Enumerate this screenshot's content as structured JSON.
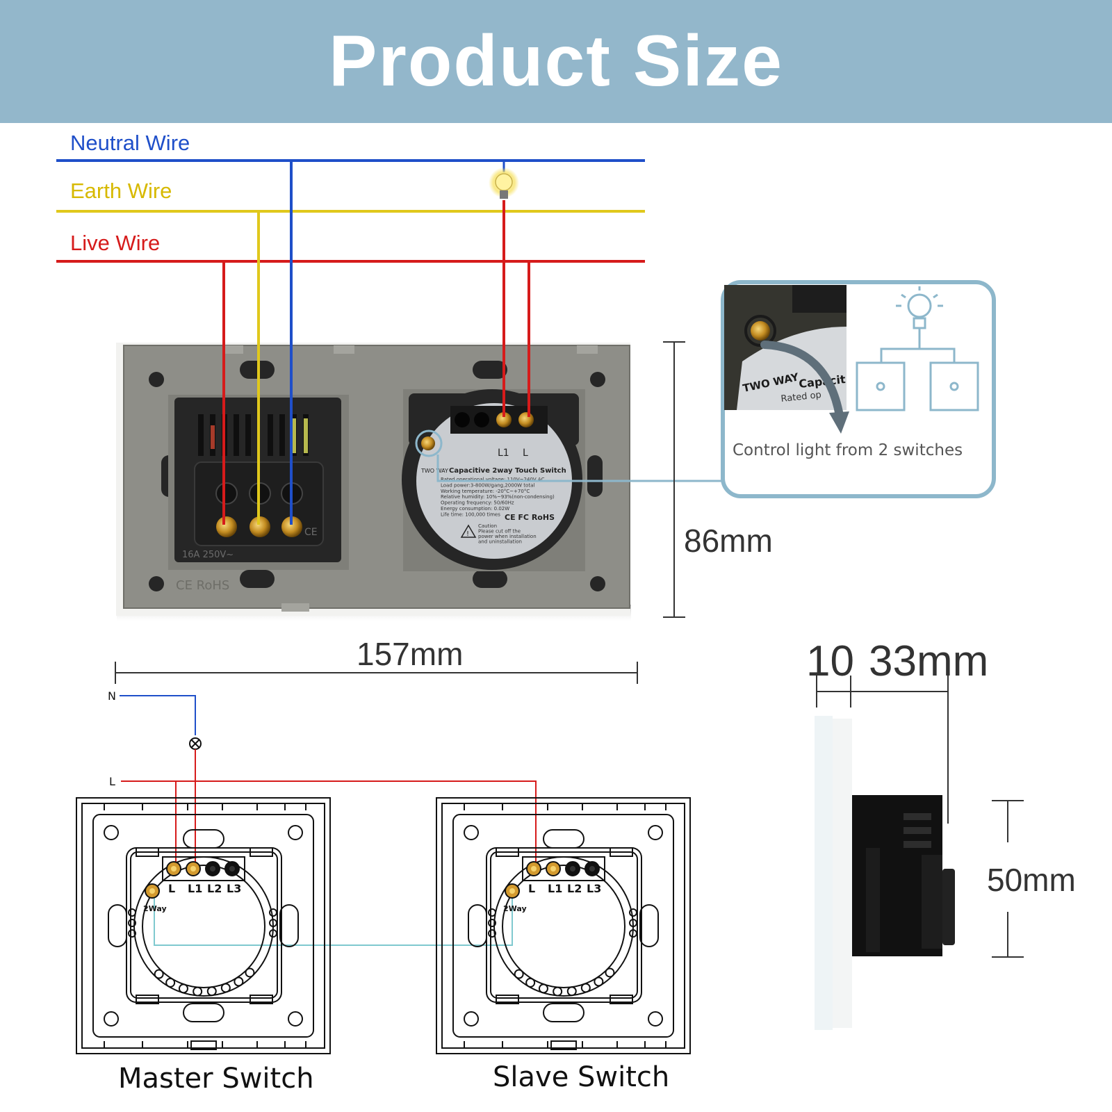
{
  "header": {
    "title": "Product Size"
  },
  "wiring": {
    "neutral_label": "Neutral Wire",
    "earth_label": "Earth Wire",
    "live_label": "Live Wire",
    "colors": {
      "neutral": "#1f4fc9",
      "earth": "#e0c81c",
      "live": "#d61b1b",
      "signal": "#7fc9cf"
    }
  },
  "dimensions": {
    "width": "157mm",
    "height": "86mm",
    "glass": "10",
    "body": "33mm",
    "depth": "50mm"
  },
  "callout": {
    "text": "Control light from 2 switches",
    "label_line1": "TWO WAY",
    "label_line2": "Capacit",
    "label_line3": "Rated op"
  },
  "switch_module": {
    "terminal_l1": "L1",
    "terminal_l": "L",
    "title": "Capacitive 2way Touch Switch",
    "corner_label": "TWO WAY",
    "spec_lines": [
      "Rated operational voltage: 110V~240V AC",
      "Load power:3-800W/gang,2000W total",
      "Working temperature: -20°C~+70°C",
      "Relative humidity: 10%~93%(non-condensing)",
      "Operating frequency: 50/60Hz",
      "Energy consumption: 0.02W",
      "Life time: 100,000 times"
    ],
    "caution_lines": [
      "Caution",
      "Please cut off the",
      "power when installation",
      "and uninstallation"
    ],
    "certs": "CE FC RoHS"
  },
  "socket_module": {
    "rating": "16A 250V~",
    "ce": "CE",
    "plate_marks": "CE RoHS"
  },
  "schematic": {
    "n_label": "N",
    "l_label": "L",
    "terminals": [
      "L",
      "L1",
      "L2",
      "L3"
    ],
    "twoway": "2Way",
    "master_caption": "Master Switch",
    "slave_caption": "Slave Switch"
  }
}
